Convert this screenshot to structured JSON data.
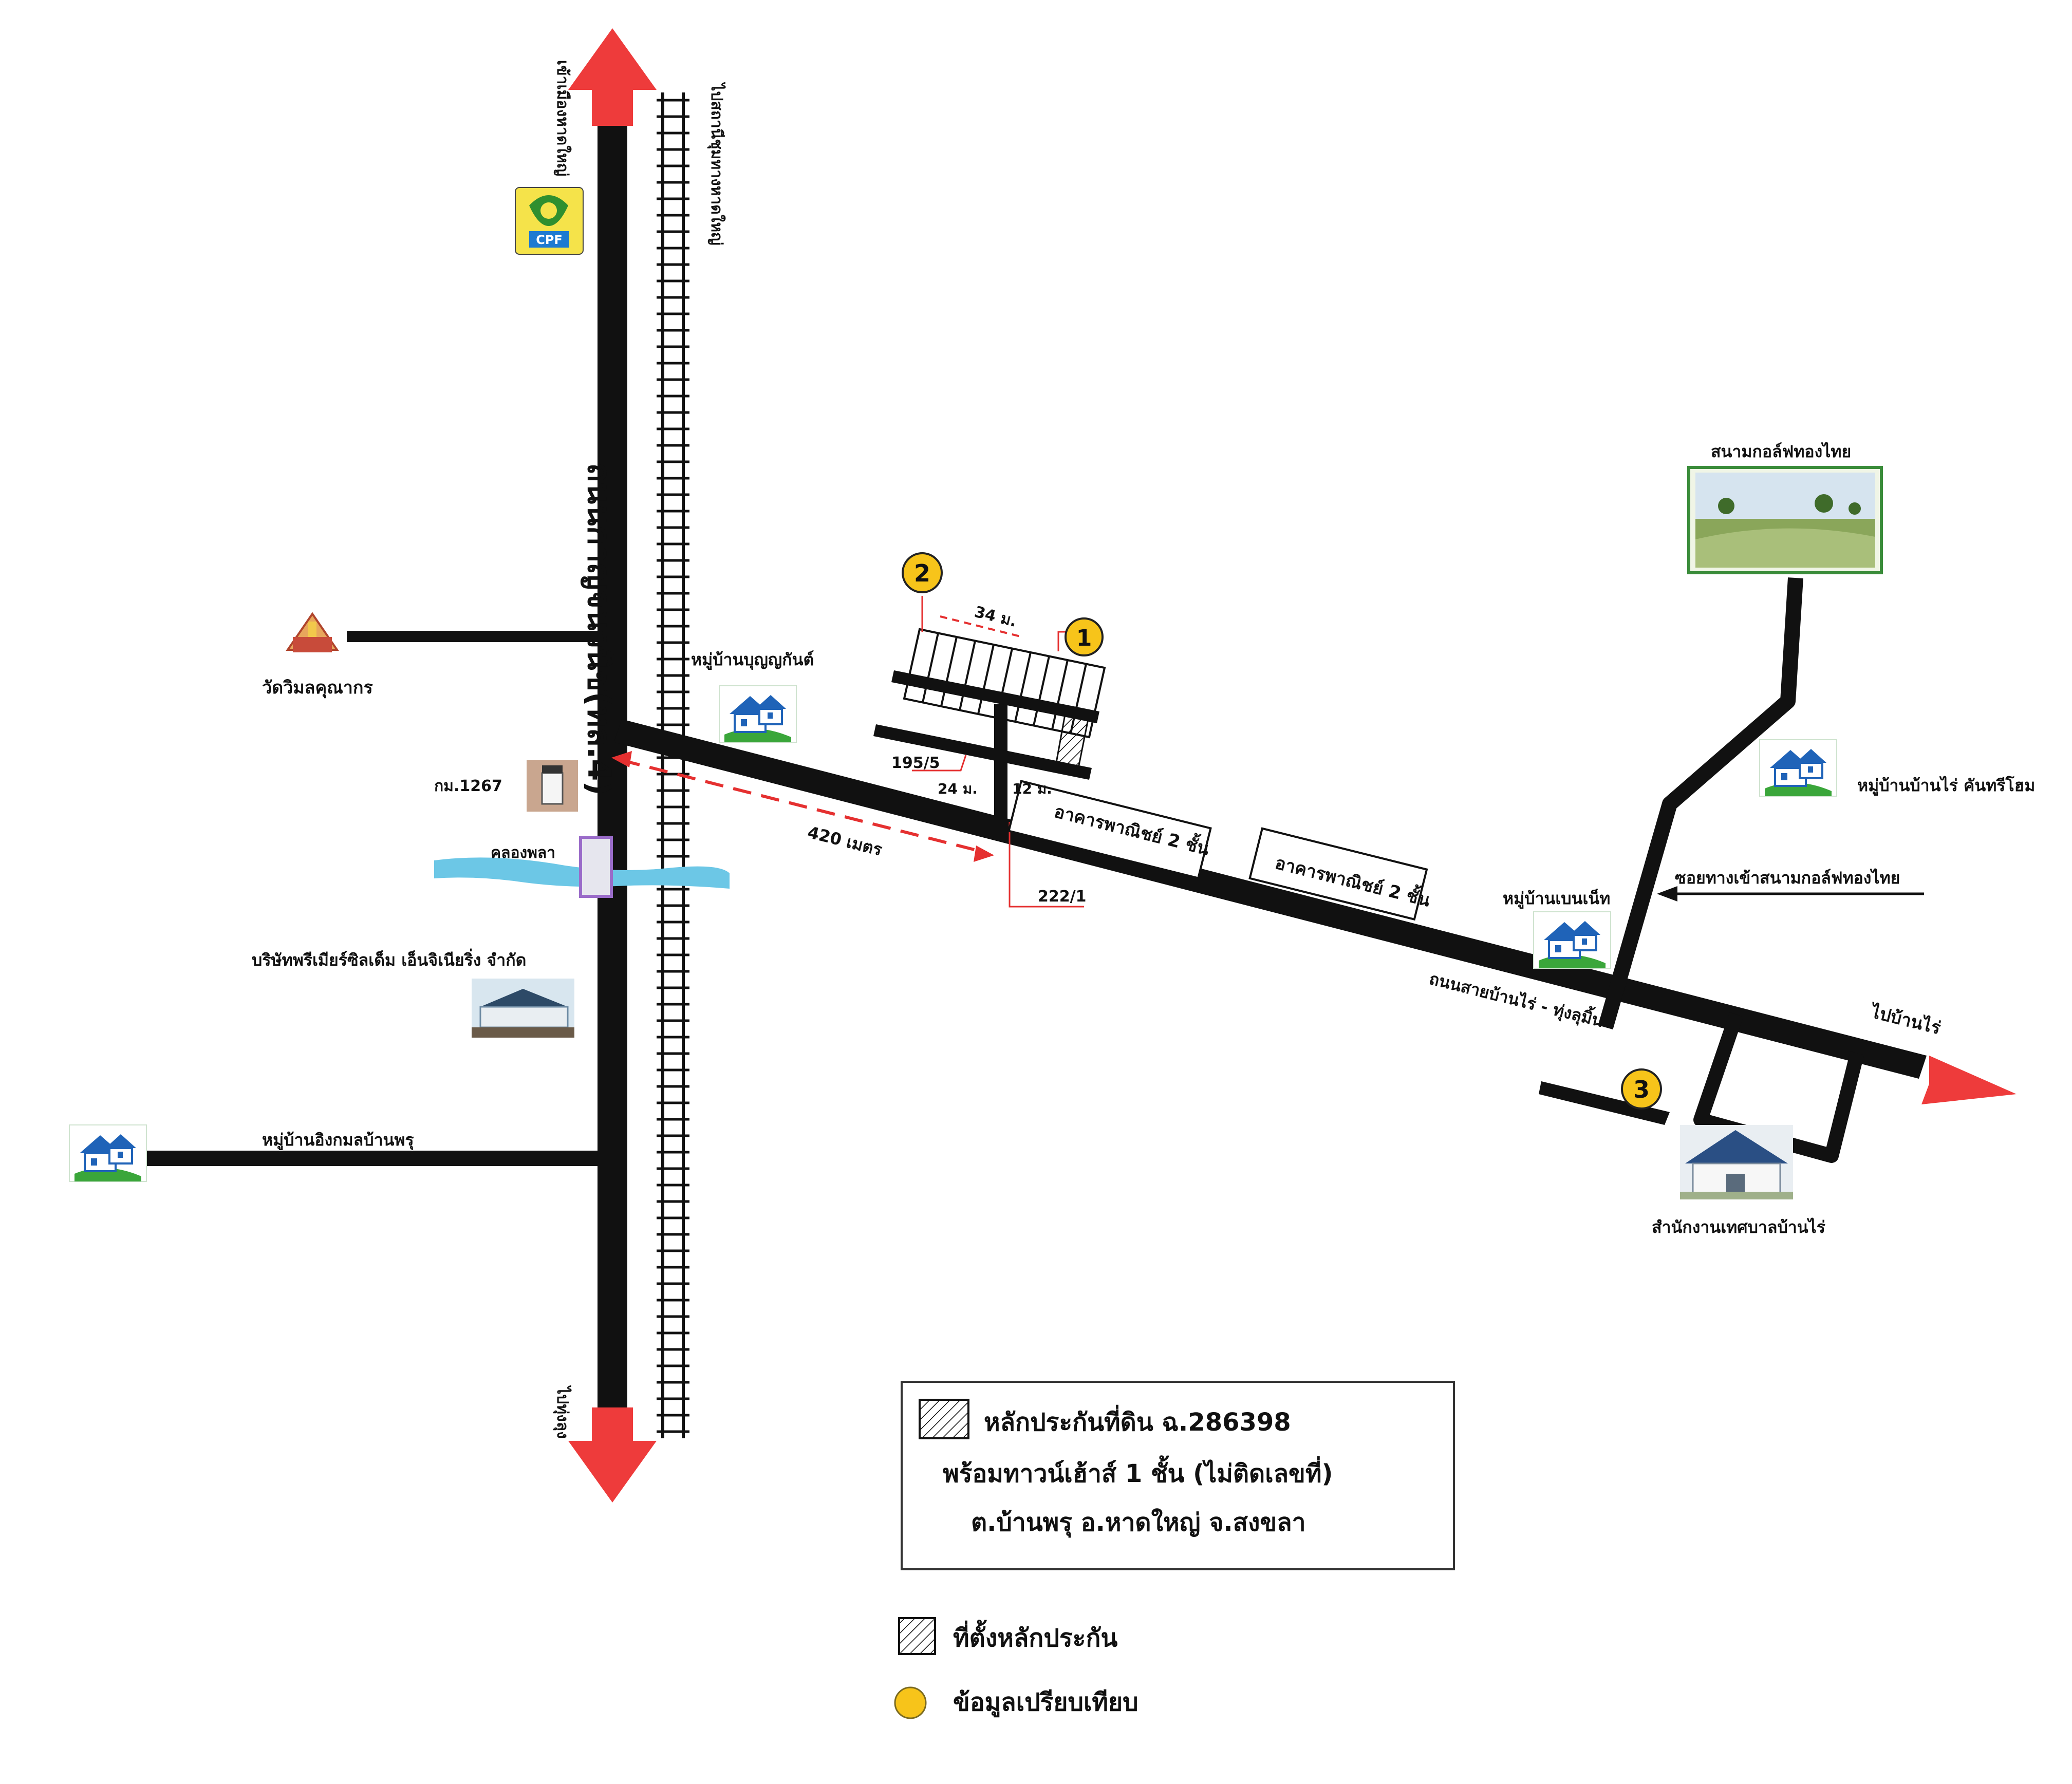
{
  "roads": {
    "main_highway": "ถนนกาญจนวนิช(ทล.4)",
    "to_hatyai_city": "เข้าเมืองหาดใหญ่",
    "to_thungsung": "ไปทุ่งลุง",
    "railway_to_hatyai": "ไปสถานีชุมทางหาดใหญ่",
    "secondary_road": "ถนนสายบ้านไร่ - ทุ่งลุมิ้น",
    "to_banrai": "ไปบ้านไร่",
    "golf_soi": "ซอยทางเข้าสนามกอล์ฟทองไทย"
  },
  "places": {
    "cpf_logo_text": "CPF",
    "temple": "วัดวิมลคุณากร",
    "km_marker": "กม.1267",
    "canal": "คลองพลา",
    "factory": "บริษัทพรีเมียร์ซิลเด็ม เอ็นจิเนียริ่ง จำกัด",
    "village_ingkamol": "หมู่บ้านอิงกมลบ้านพรุ",
    "village_boonyakan": "หมู่บ้านบุญญกันต์",
    "village_benneth": "หมู่บ้านเบนเน็ท",
    "village_banrai_home": "หมู่บ้านบ้านไร่ คันทรีโฮม",
    "golf_course": "สนามกอล์ฟทองไทย",
    "municipal_office": "สำนักงานเทศบาลบ้านไร่",
    "commercial_1": "อาคารพาณิชย์ 2 ชั้น",
    "commercial_2": "อาคารพาณิชย์ 2 ชั้น"
  },
  "measurements": {
    "distance": "420 เมตร",
    "width_34": "34 ม.",
    "width_24": "24 ม.",
    "width_12": "12 ม.",
    "house_no_1": "195/5",
    "house_no_2": "222/1"
  },
  "markers": {
    "m1": "1",
    "m2": "2",
    "m3": "3"
  },
  "info_box": {
    "line1": "หลักประกันที่ดิน ฉ.286398",
    "line2": "พร้อมทาวน์เฮ้าส์ 1 ชั้น (ไม่ติดเลขที่)",
    "line3": "ต.บ้านพรุ อ.หาดใหญ่ จ.สงขลา"
  },
  "legend": {
    "collateral_location": "ที่ตั้งหลักประกัน",
    "comparison_data": "ข้อมูลเปรียบเทียบ"
  },
  "colors": {
    "road": "#111111",
    "arrow": "#ee3b3b",
    "marker": "#f7c41a",
    "water": "#6cc7e6",
    "dashed": "#e53030"
  },
  "icons": [
    "village-house-icon",
    "temple-icon",
    "cpf-logo-icon",
    "km-marker-icon",
    "factory-photo-icon",
    "golf-course-photo-icon",
    "municipal-office-photo-icon",
    "hatched-plot-icon",
    "yellow-circle-icon"
  ]
}
